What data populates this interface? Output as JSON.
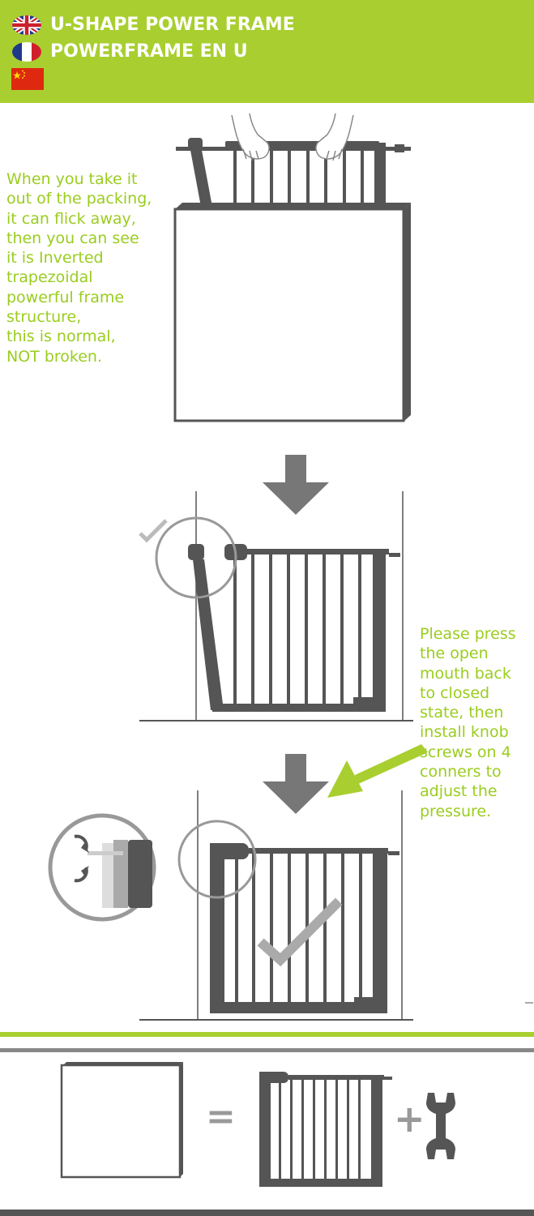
{
  "header": {
    "title_en": "U-SHAPE POWER FRAME",
    "title_fr": "POWERFRAME EN U",
    "flags": [
      "uk-flag",
      "france-flag",
      "china-flag"
    ]
  },
  "step1": {
    "text": "When you take it\nout of the packing,\nit can flick away,\nthen you can see\nit is Inverted\ntrapezoidal\npowerful frame\nstructure,\nthis is normal,\nNOT broken."
  },
  "step2": {
    "text": "Please press\nthe open\nmouth back\nto closed\nstate, then\ninstall knob\nscrews on 4\nconners to\nadjust the\npressure."
  },
  "summary": {
    "equals": "=",
    "plus": "+"
  },
  "colors": {
    "brand_green": "#a8cf2f",
    "text_green": "#9acd1e",
    "dark_gray": "#555555",
    "arrow_gray": "#777777",
    "circle_gray": "#999999"
  }
}
